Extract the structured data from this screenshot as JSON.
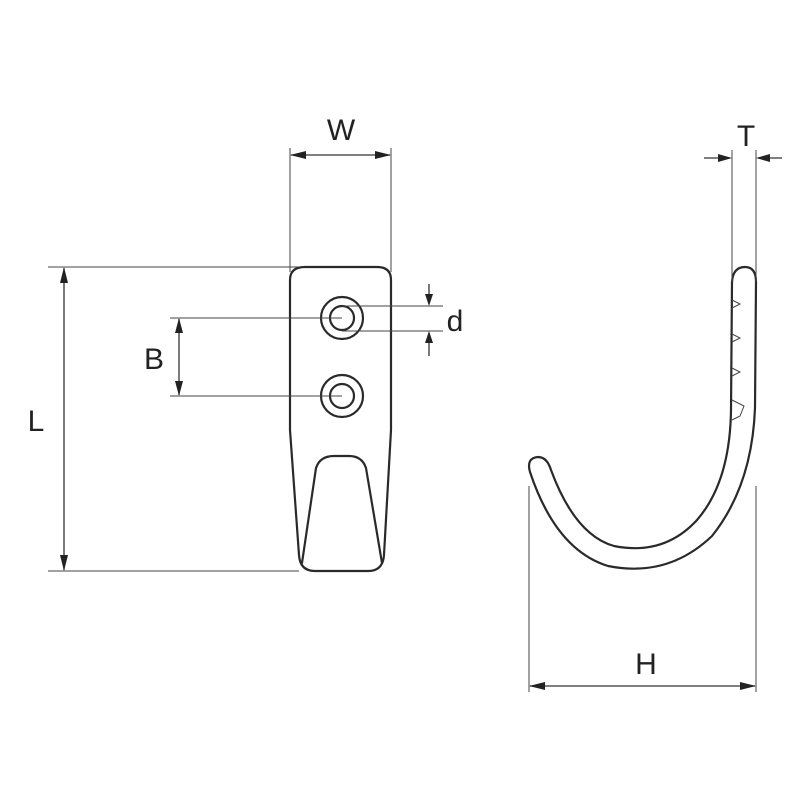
{
  "diagram": {
    "labels": {
      "width": "W",
      "length": "L",
      "hole_pitch": "B",
      "hole_diameter": "d",
      "thickness": "T",
      "height": "H"
    },
    "colors": {
      "line": "#2a2a2a",
      "background": "#ffffff"
    }
  }
}
